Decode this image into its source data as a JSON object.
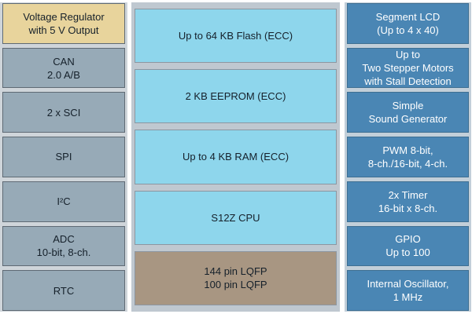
{
  "colors": {
    "regulator": "#e8d49c",
    "peripheral_left": "#97aab7",
    "memory": "#8ed6ec",
    "cpu": "#8ed6ec",
    "package": "#a89682",
    "peripheral_right": "#4a86b4",
    "center_panel": "#bfc8d0",
    "left_panel": "#cfd5da",
    "right_panel": "#c2cfd9"
  },
  "left_blocks": [
    {
      "lines": [
        "Voltage Regulator",
        "with 5 V Output"
      ],
      "color_key": "regulator"
    },
    {
      "lines": [
        "CAN",
        "2.0 A/B"
      ],
      "color_key": "peripheral_left"
    },
    {
      "lines": [
        "2 x SCI"
      ],
      "color_key": "peripheral_left"
    },
    {
      "lines": [
        "SPI"
      ],
      "color_key": "peripheral_left"
    },
    {
      "lines": [
        "I²C"
      ],
      "color_key": "peripheral_left"
    },
    {
      "lines": [
        "ADC",
        "10-bit, 8-ch."
      ],
      "color_key": "peripheral_left"
    },
    {
      "lines": [
        "RTC"
      ],
      "color_key": "peripheral_left"
    }
  ],
  "center_blocks": [
    {
      "lines": [
        "Up to 64 KB Flash (ECC)"
      ],
      "color_key": "memory"
    },
    {
      "lines": [
        "2 KB EEPROM (ECC)"
      ],
      "color_key": "memory"
    },
    {
      "lines": [
        "Up to 4 KB RAM (ECC)"
      ],
      "color_key": "memory"
    },
    {
      "lines": [
        "S12Z CPU"
      ],
      "color_key": "cpu"
    },
    {
      "lines": [
        "144 pin LQFP",
        "100 pin LQFP"
      ],
      "color_key": "package"
    }
  ],
  "right_blocks": [
    {
      "lines": [
        "Segment LCD",
        "(Up to 4 x 40)"
      ],
      "color_key": "peripheral_right"
    },
    {
      "lines": [
        "Up to",
        "Two Stepper Motors",
        "with Stall Detection"
      ],
      "color_key": "peripheral_right"
    },
    {
      "lines": [
        "Simple",
        "Sound Generator"
      ],
      "color_key": "peripheral_right"
    },
    {
      "lines": [
        "PWM 8-bit,",
        "8-ch./16-bit, 4-ch."
      ],
      "color_key": "peripheral_right"
    },
    {
      "lines": [
        "2x Timer",
        "16-bit x 8-ch."
      ],
      "color_key": "peripheral_right"
    },
    {
      "lines": [
        "GPIO",
        "Up to 100"
      ],
      "color_key": "peripheral_right"
    },
    {
      "lines": [
        "Internal Oscillator,",
        "1 MHz"
      ],
      "color_key": "peripheral_right"
    }
  ]
}
